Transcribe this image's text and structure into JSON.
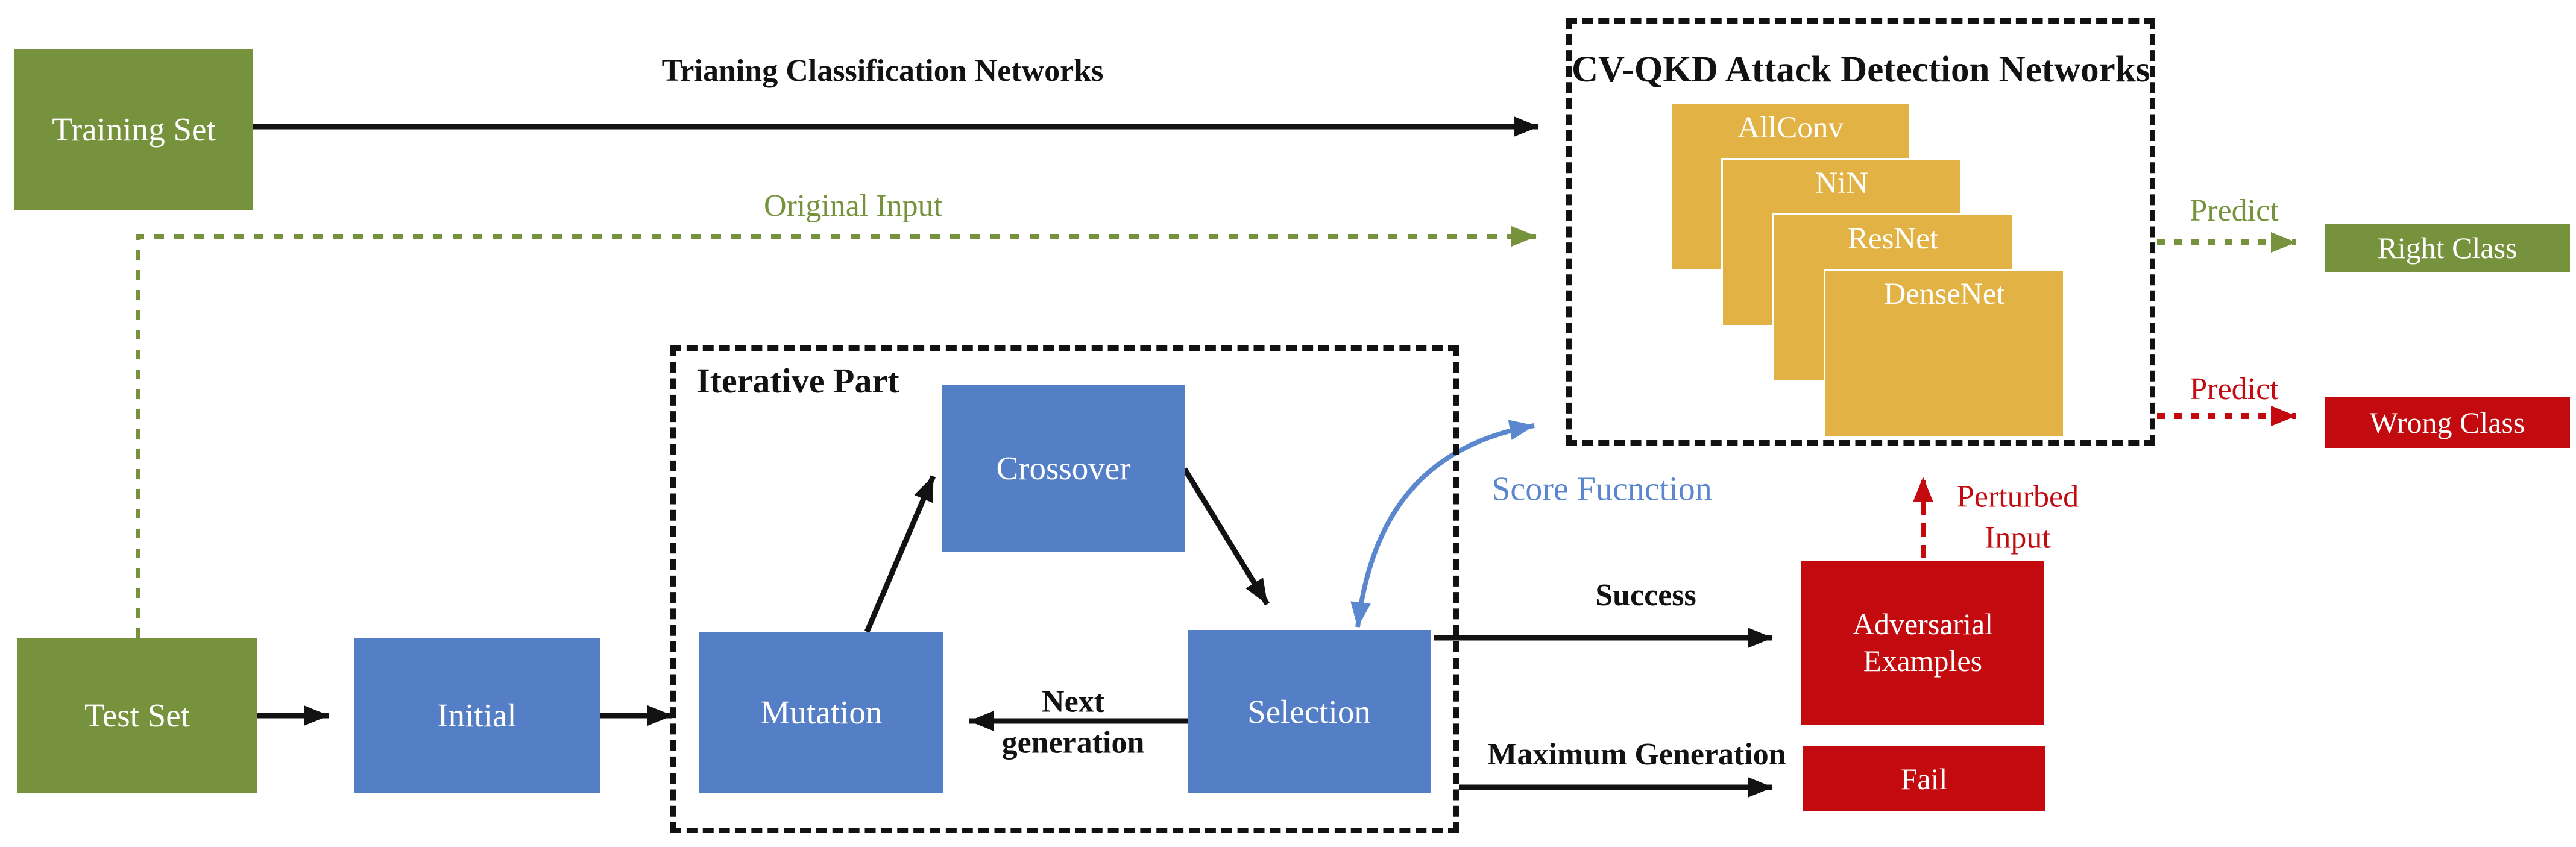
{
  "colors": {
    "green": "#76923C",
    "blue": "#547EC6",
    "red": "#C30A0E",
    "yellow": "#E2B344",
    "blue-edge": "#5B87CE",
    "ink": "#121212"
  },
  "nodes": {
    "training_set": "Training Set",
    "test_set": "Test Set",
    "initial": "Initial",
    "mutation": "Mutation",
    "crossover": "Crossover",
    "selection": "Selection",
    "adversarial_examples": "Adversarial\nExamples",
    "fail": "Fail",
    "right_class": "Right Class",
    "wrong_class": "Wrong Class"
  },
  "containers": {
    "networks_title": "CV-QKD Attack Detection Networks",
    "iterative_title": "Iterative Part"
  },
  "networks": [
    {
      "label": "AllConv"
    },
    {
      "label": "NiN"
    },
    {
      "label": "ResNet"
    },
    {
      "label": "DenseNet"
    }
  ],
  "edge_labels": {
    "training": "Trianing Classification Networks",
    "original_input": "Original Input",
    "score_function": "Score Fucnction",
    "success": "Success",
    "maximum_generation": "Maximum Generation",
    "next_generation": "Next\ngeneration",
    "perturbed_input": "Perturbed\nInput",
    "predict_right": "Predict",
    "predict_wrong": "Predict"
  }
}
